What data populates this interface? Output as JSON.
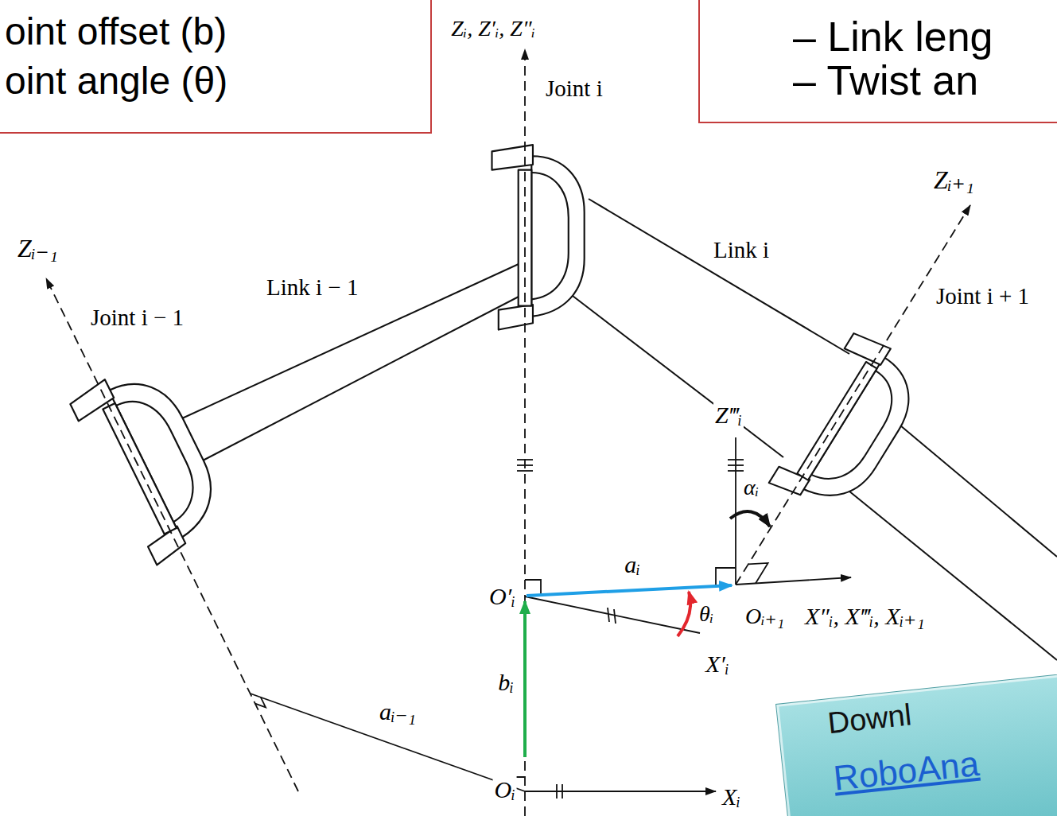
{
  "diagram": {
    "nodes": [
      {
        "text": [
          "oint offset (b)",
          "oint angle (θ)"
        ]
      },
      {
        "text": [
          "– Link leng",
          "– Twist an"
        ]
      },
      {
        "text": [
          "Downl",
          "RoboAna"
        ]
      }
    ],
    "labels": [
      "Zᵢ, Z′ᵢ, Z″ᵢ",
      "Joint i",
      "Link i − 1",
      "Link i",
      "Zᵢ₊₁",
      "Joint i + 1",
      "Zᵢ₋₁",
      "Joint i − 1",
      "Z‴ᵢ",
      "αᵢ",
      "aᵢ",
      "O′ᵢ",
      "θᵢ",
      "Oᵢ₊₁",
      "X″ᵢ, X‴ᵢ, Xᵢ₊₁",
      "X′ᵢ",
      "bᵢ",
      "aᵢ₋₁",
      "Oᵢ",
      "Xᵢ"
    ]
  }
}
